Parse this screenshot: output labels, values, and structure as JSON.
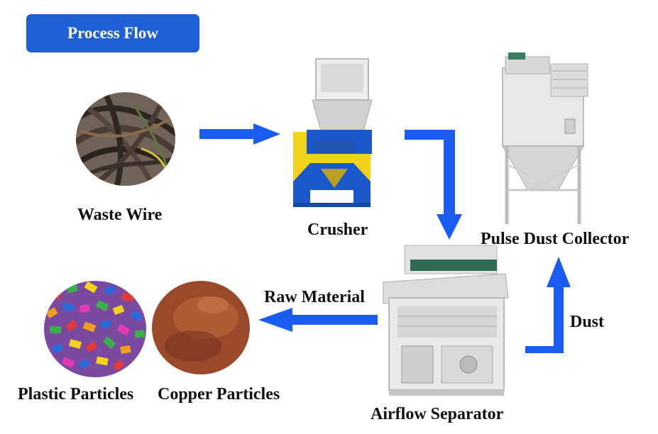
{
  "badge": {
    "label": "Process Flow"
  },
  "labels": {
    "waste_wire": "Waste Wire",
    "crusher": "Crusher",
    "pulse_dust_collector": "Pulse Dust Collector",
    "raw_material": "Raw Material",
    "dust": "Dust",
    "airflow_separator": "Airflow Separator",
    "plastic_particles": "Plastic Particles",
    "copper_particles": "Copper Particles"
  },
  "colors": {
    "arrow": "#1a5cf0",
    "badge": "#1f5fd6",
    "crusher_body": "#f2d21a",
    "crusher_frame": "#1a57c8",
    "machine_grey": "#e4e4e4",
    "copper": "#9a4a2a",
    "wire": "#3b322c"
  }
}
